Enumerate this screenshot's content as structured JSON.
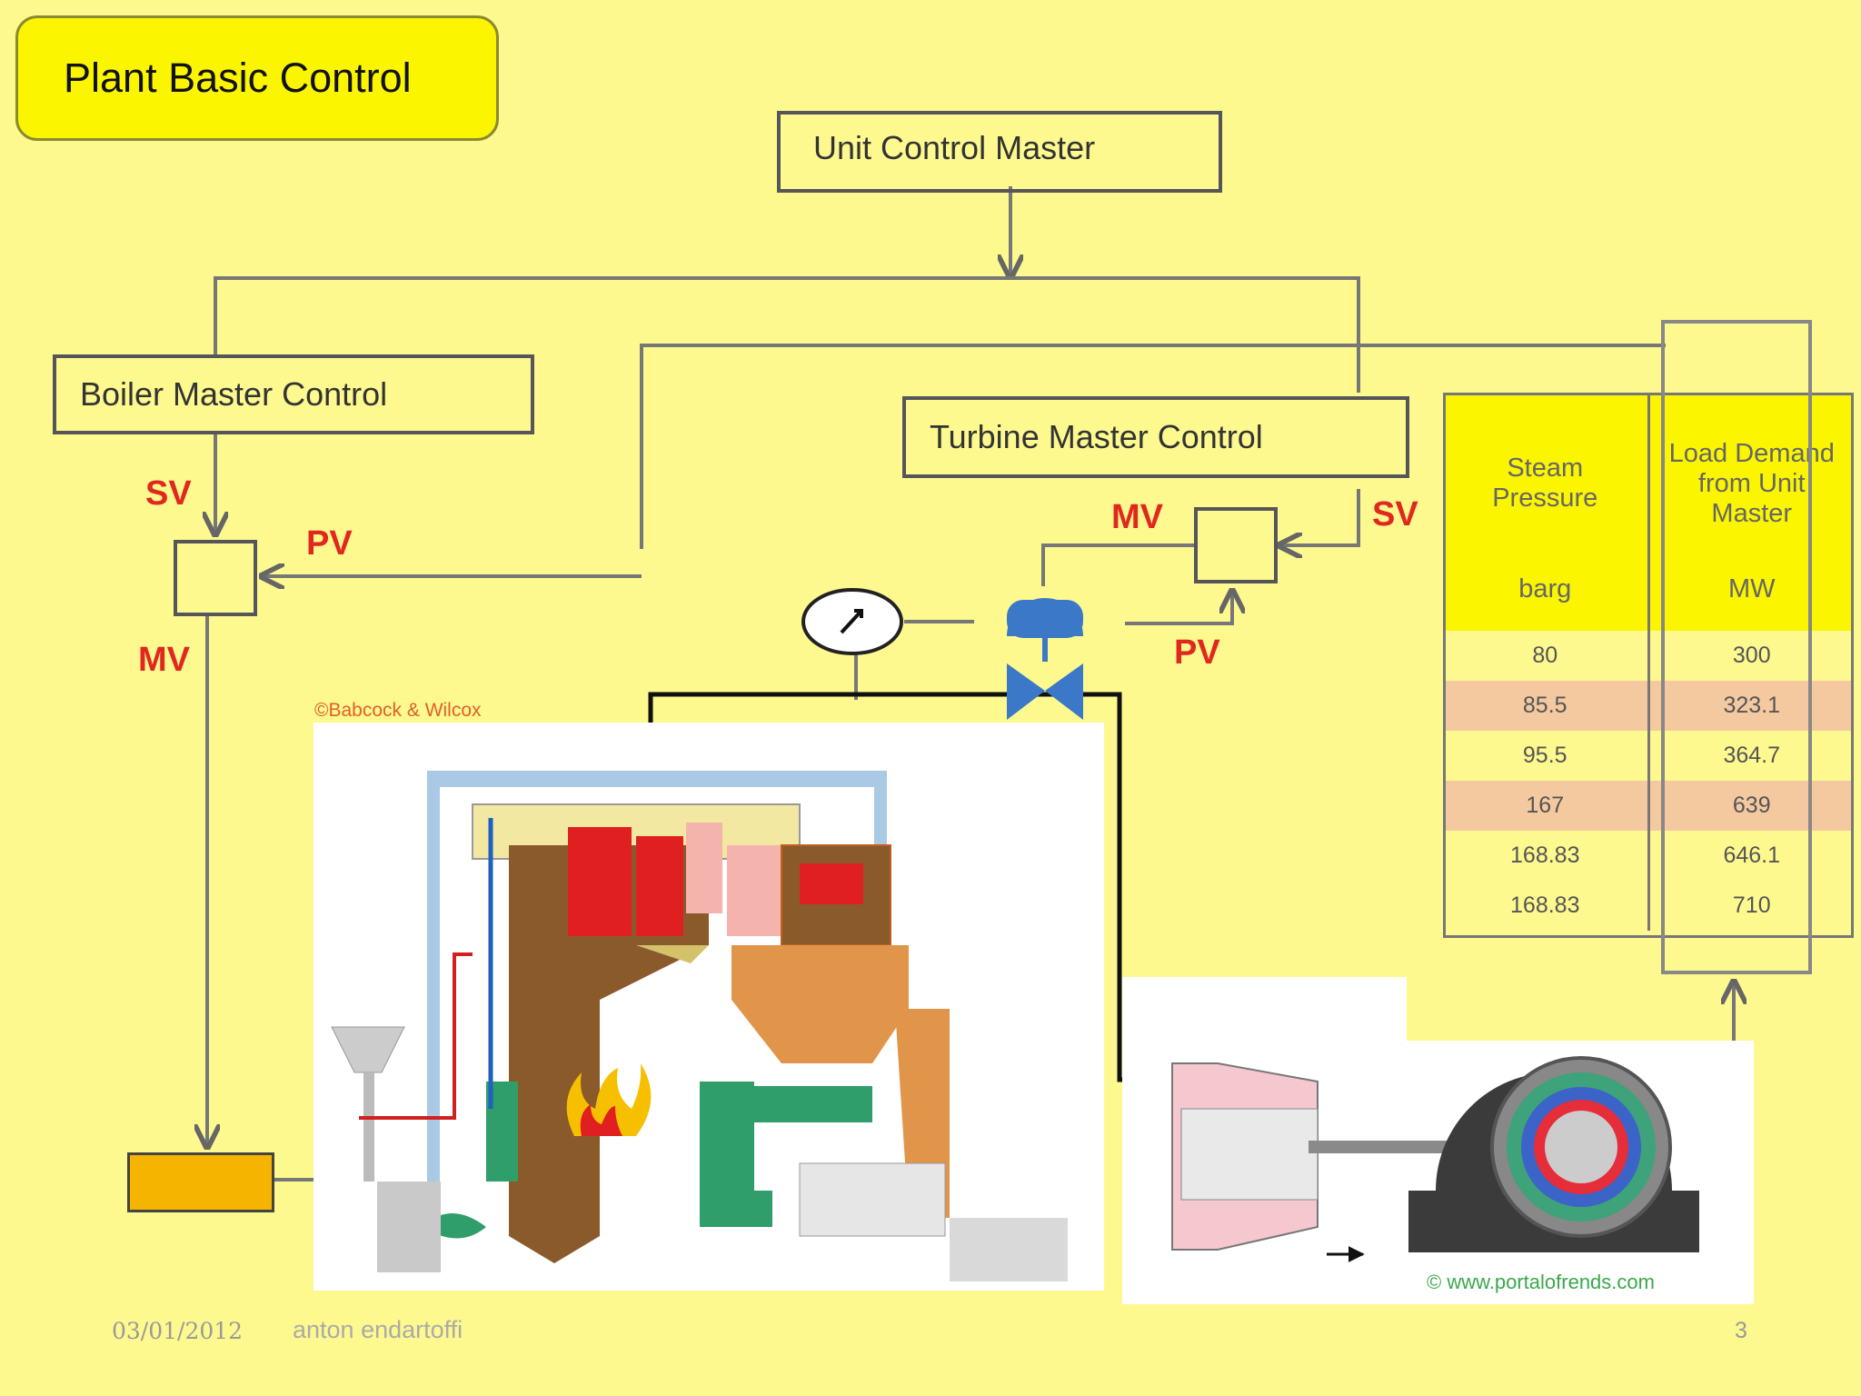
{
  "title": "Plant Basic Control",
  "boxes": {
    "unit_master": "Unit Control Master",
    "boiler_master": "Boiler Master Control",
    "turbine_master": "Turbine Master Control"
  },
  "signals": {
    "boiler_sv": "SV",
    "boiler_pv": "PV",
    "boiler_mv": "MV",
    "turbine_mv": "MV",
    "turbine_sv": "SV",
    "turbine_pv": "PV"
  },
  "table": {
    "headers": [
      {
        "name": "Steam Pressure",
        "unit": "barg"
      },
      {
        "name": "Load Demand from Unit Master",
        "unit": "MW"
      }
    ],
    "rows": [
      [
        "80",
        "300"
      ],
      [
        "85.5",
        "323.1"
      ],
      [
        "95.5",
        "364.7"
      ],
      [
        "167",
        "639"
      ],
      [
        "168.83",
        "646.1"
      ],
      [
        "168.83",
        "710"
      ]
    ]
  },
  "credits": {
    "boiler": "©Babcock & Wilcox",
    "turbine": "© www.portalofrends.com"
  },
  "footer": {
    "date": "03/01/2012",
    "author": "anton endartoffi",
    "page": "3"
  },
  "colors": {
    "background": "#fdf98f",
    "title_fill": "#fbf500",
    "signal_label": "#e0281e",
    "valve": "#3b78c8",
    "fuel_feeder": "#f5b400"
  }
}
